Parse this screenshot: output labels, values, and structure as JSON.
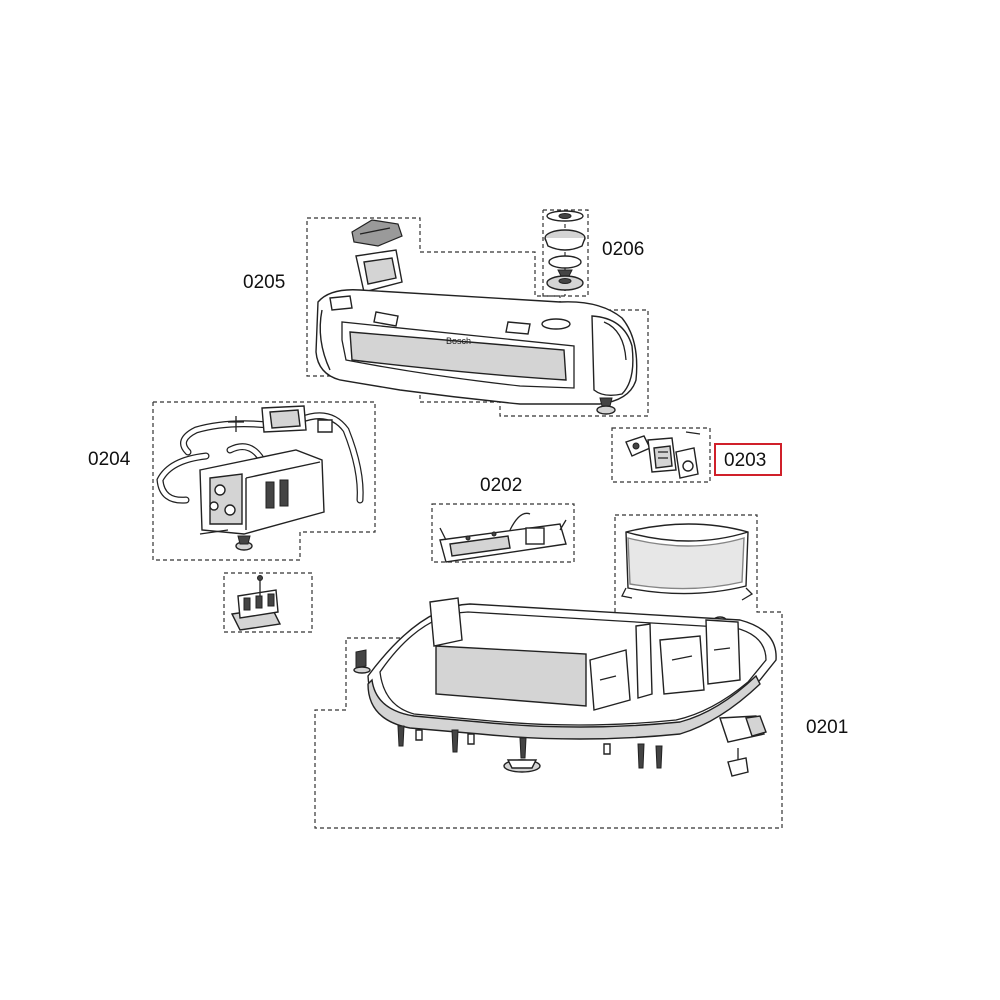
{
  "diagram": {
    "callouts": [
      {
        "id": "0205",
        "label": "0205"
      },
      {
        "id": "0206",
        "label": "0206"
      },
      {
        "id": "0204",
        "label": "0204"
      },
      {
        "id": "0203",
        "label": "0203",
        "selected": true
      },
      {
        "id": "0202",
        "label": "0202"
      },
      {
        "id": "0201",
        "label": "0201"
      }
    ],
    "lid_mark": "Bosch"
  },
  "colors": {
    "line": "#222222",
    "dash": "#333333",
    "highlight": "#d0202a",
    "shade": "#cfcfcf",
    "dark_shade": "#9a9a9a"
  }
}
